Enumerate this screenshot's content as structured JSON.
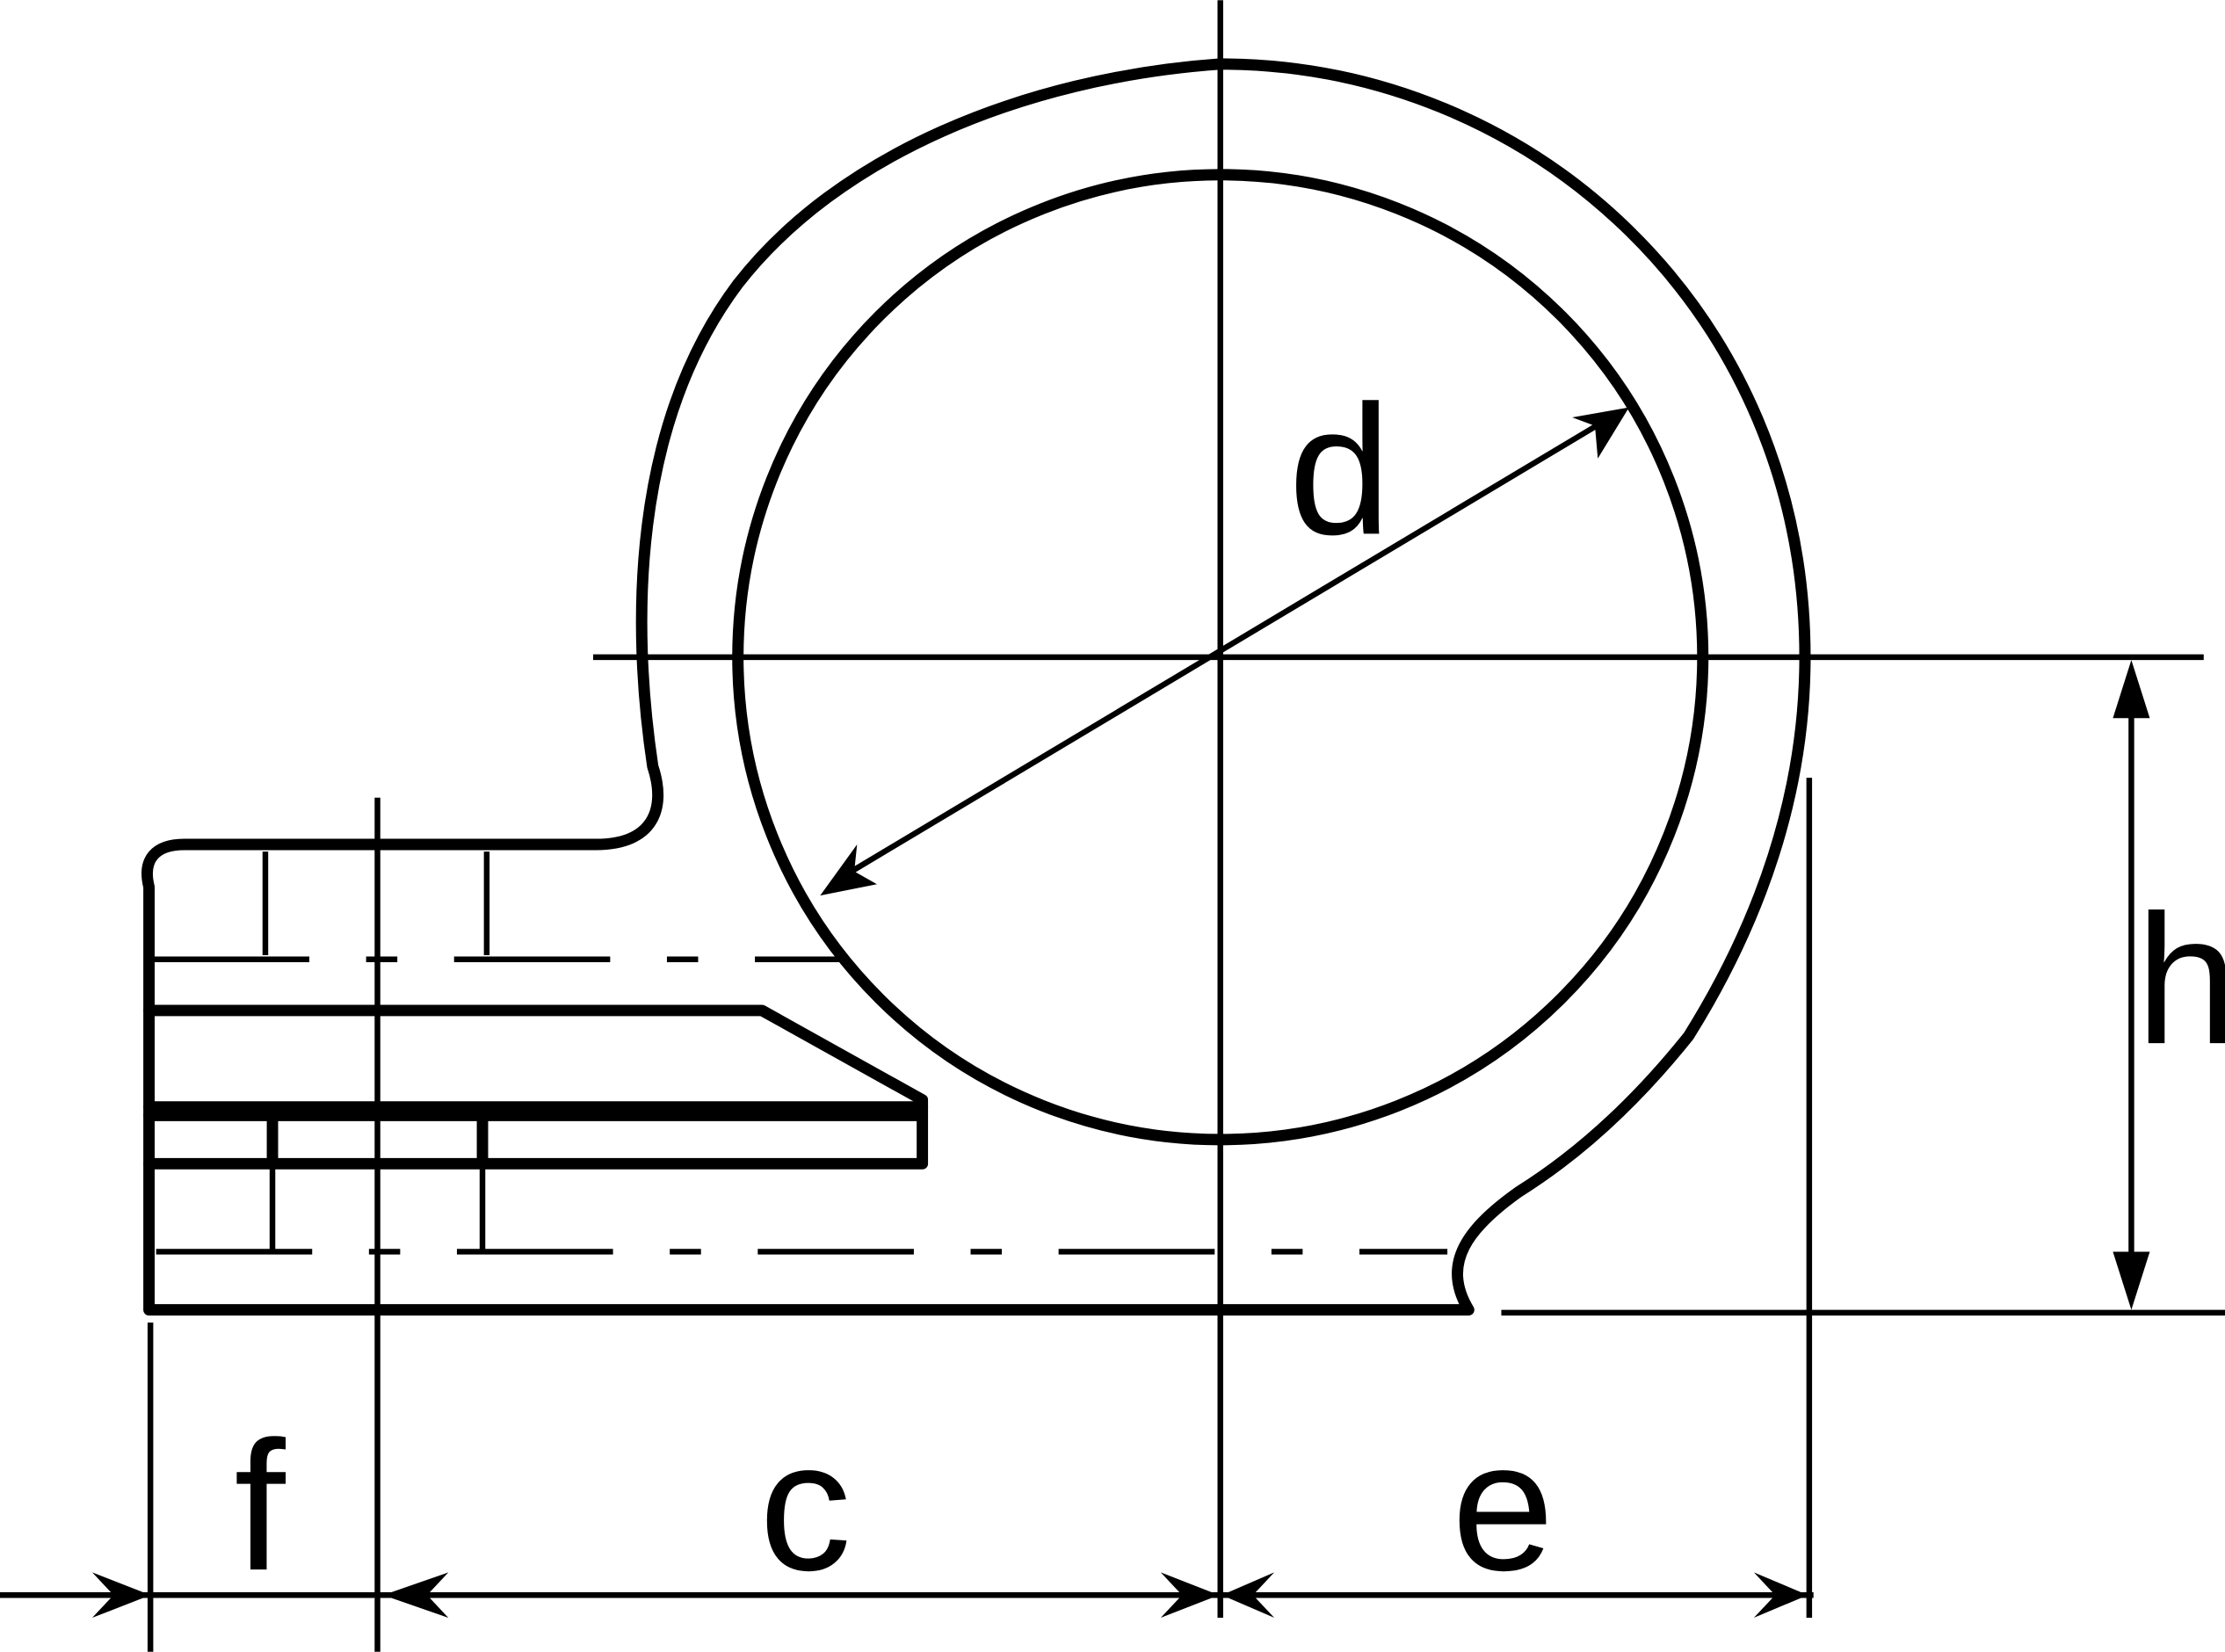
{
  "diagram": {
    "labels": {
      "d": "d",
      "h": "h",
      "f": "f",
      "c": "c",
      "e": "e"
    },
    "line_color": "#000000",
    "background_color": "#ffffff"
  }
}
